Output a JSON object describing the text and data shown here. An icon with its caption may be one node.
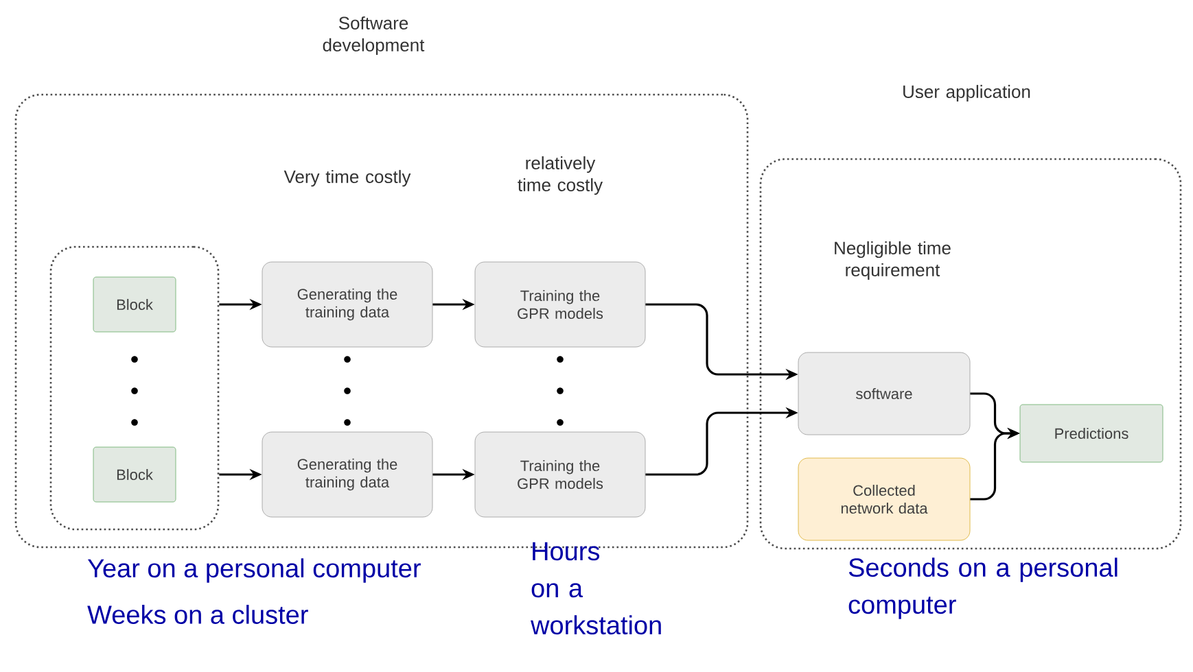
{
  "diagram": {
    "nodes": [
      {
        "text": [
          "Software development"
        ]
      },
      {
        "text": [],
        "shape": "box",
        "in": 0
      },
      {
        "text": [
          "Block"
        ],
        "in": 1
      },
      {
        "text": [
          "Block"
        ],
        "in": 1
      },
      {
        "text": [
          "Generating the training data"
        ],
        "in": 0
      },
      {
        "text": [
          "Generating the training data"
        ],
        "in": 0
      },
      {
        "text": [
          "Training the GPR models"
        ],
        "in": 0
      },
      {
        "text": [
          "Training the GPR models"
        ],
        "in": 0
      },
      {
        "text": [
          "User application",
          "Negligible time requirement"
        ]
      },
      {
        "text": [
          "software"
        ],
        "in": 8
      },
      {
        "text": [
          "Collected network data"
        ],
        "in": 8
      },
      {
        "text": [
          "Predictions"
        ],
        "in": 8
      }
    ],
    "edges": [
      {
        "from": 1,
        "to": 4,
        "arrow": "to"
      },
      {
        "from": 1,
        "to": 5,
        "arrow": "to"
      },
      {
        "from": 4,
        "to": 6,
        "arrow": "to"
      },
      {
        "from": 5,
        "to": 7,
        "arrow": "to"
      },
      {
        "from": 6,
        "to": 9,
        "arrow": "to"
      },
      {
        "from": 7,
        "to": 9,
        "arrow": "to"
      },
      {
        "from": 9,
        "to": 11,
        "arrow": "to"
      },
      {
        "from": 10,
        "to": 11,
        "arrow": "to"
      }
    ],
    "labels": [
      "Very time costly",
      "relatively time costly",
      "Year on a personal computer",
      "Weeks on a cluster",
      "Hours on a workstation",
      "Seconds on a personal computer"
    ]
  }
}
